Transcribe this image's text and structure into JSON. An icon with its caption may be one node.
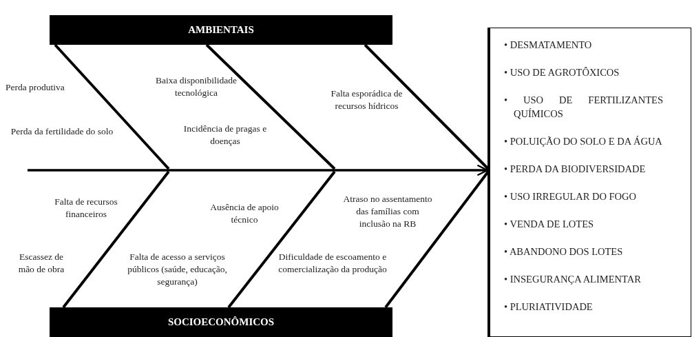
{
  "diagram": {
    "nodes": [
      {
        "text": [
          "AMBIENTAIS"
        ]
      },
      {
        "text": [
          "SOCIOECONÔMICOS"
        ]
      },
      {
        "text": [
          "• DESMATAMENTO",
          "• USO DE AGROTÔXICOS",
          "• USO DE FERTILIZANTES QUÍMICOS",
          "• POLUIÇÃO DO SOLO E DA ÁGUA",
          "• PERDA DA BIODIVERSIDADE",
          "• USO IRREGULAR DO FOGO",
          "• VENDA DE LOTES",
          "• ABANDONO DOS LOTES",
          "• INSEGURANÇA ALIMENTAR",
          "• PLURIATIVIDADE"
        ]
      }
    ],
    "edges": [
      {
        "from": null,
        "to": 2,
        "arrow": "to"
      },
      {
        "from": 0,
        "to": null,
        "arrow": "none"
      },
      {
        "from": 0,
        "to": null,
        "arrow": "none"
      },
      {
        "from": 0,
        "to": 2,
        "arrow": "none"
      },
      {
        "from": 1,
        "to": null,
        "arrow": "none"
      },
      {
        "from": 1,
        "to": null,
        "arrow": "none"
      },
      {
        "from": 1,
        "to": 2,
        "arrow": "none"
      }
    ],
    "labels": [
      "Perda produtiva",
      "Baixa disponibilidade tecnológica",
      "Falta esporádica de recursos hídricos",
      "Perda da fertilidade do solo",
      "Incidência de pragas e doenças",
      "Falta de recursos financeiros",
      "Ausência de apoio técnico",
      "Atraso no assentamento das famílias com inclusão na RB",
      "Escassez de mão de obra",
      "Falta de acesso a serviços públicos (saúde, educação, segurança)",
      "Dificuldade de escoamento e comercialização da produção"
    ]
  }
}
